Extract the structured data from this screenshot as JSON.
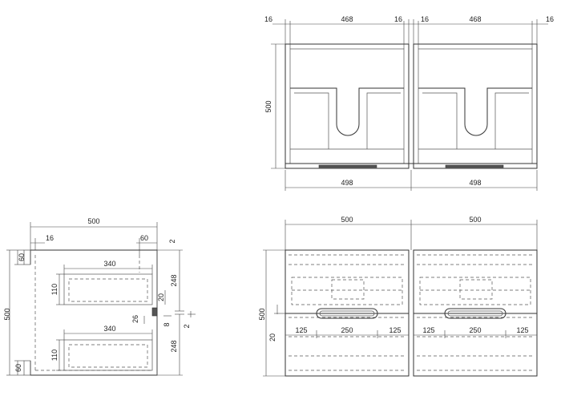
{
  "views": {
    "top": {
      "overall_width": "468",
      "side_panel": "16",
      "width_labels": [
        "16",
        "468",
        "16",
        "16",
        "468",
        "16"
      ],
      "depth": "500",
      "unit_width": "498",
      "unit_widths": [
        "498",
        "498"
      ]
    },
    "side": {
      "overall_width": "500",
      "panel_thickness": "16",
      "back_gap": "60",
      "drawer_depth": "340",
      "drawer_height": "110",
      "kick": "60",
      "overall_height": "500",
      "height_upper": "248",
      "height_lower": "248",
      "gap_20": "20",
      "gap_2": "2",
      "gap_26": "26",
      "gap_8": "8"
    },
    "front": {
      "width_left": "500",
      "width_right": "500",
      "height": "500",
      "handle_offset": "20",
      "spacing": [
        "125",
        "250",
        "125",
        "125",
        "250",
        "125"
      ]
    }
  }
}
